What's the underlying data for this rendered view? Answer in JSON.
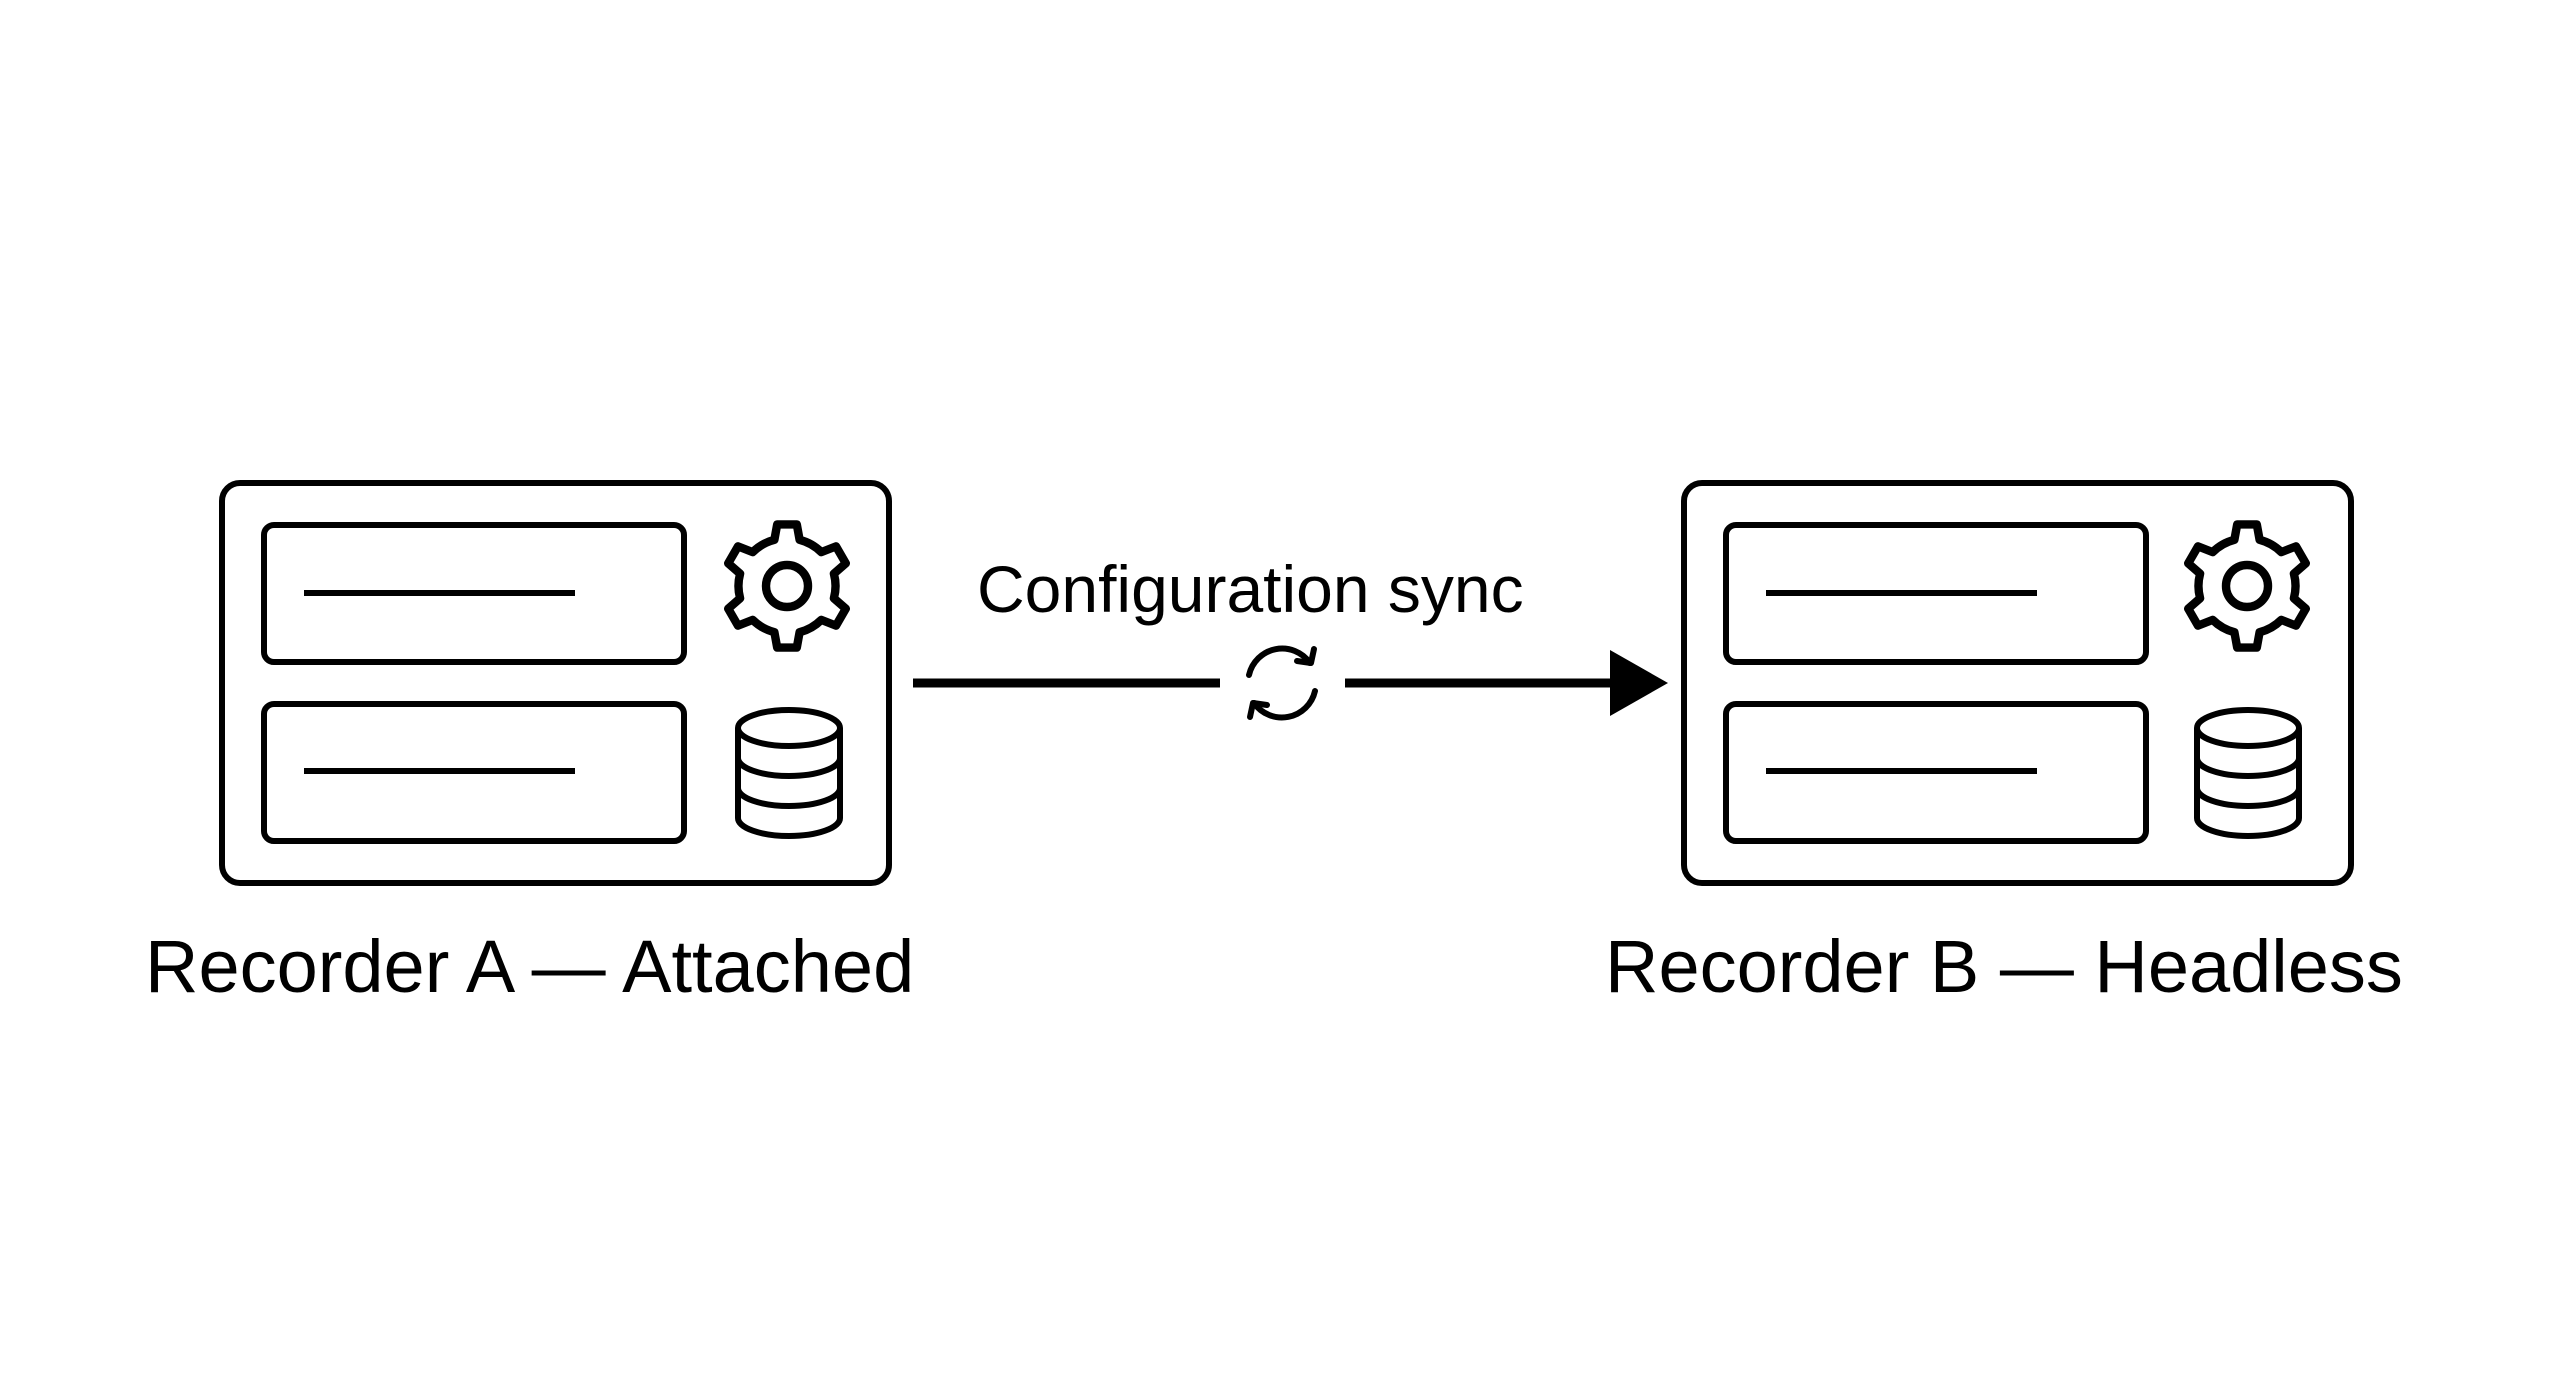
{
  "sync": {
    "label": "Configuration sync",
    "icon": "refresh-icon",
    "direction": "A-to-B"
  },
  "recorders": [
    {
      "label": "Recorder A — Attached",
      "icons": [
        "gear-icon",
        "database-icon"
      ]
    },
    {
      "label": "Recorder B — Headless",
      "icons": [
        "gear-icon",
        "database-icon"
      ]
    }
  ],
  "colors": {
    "stroke": "#000000",
    "background": "#ffffff"
  }
}
